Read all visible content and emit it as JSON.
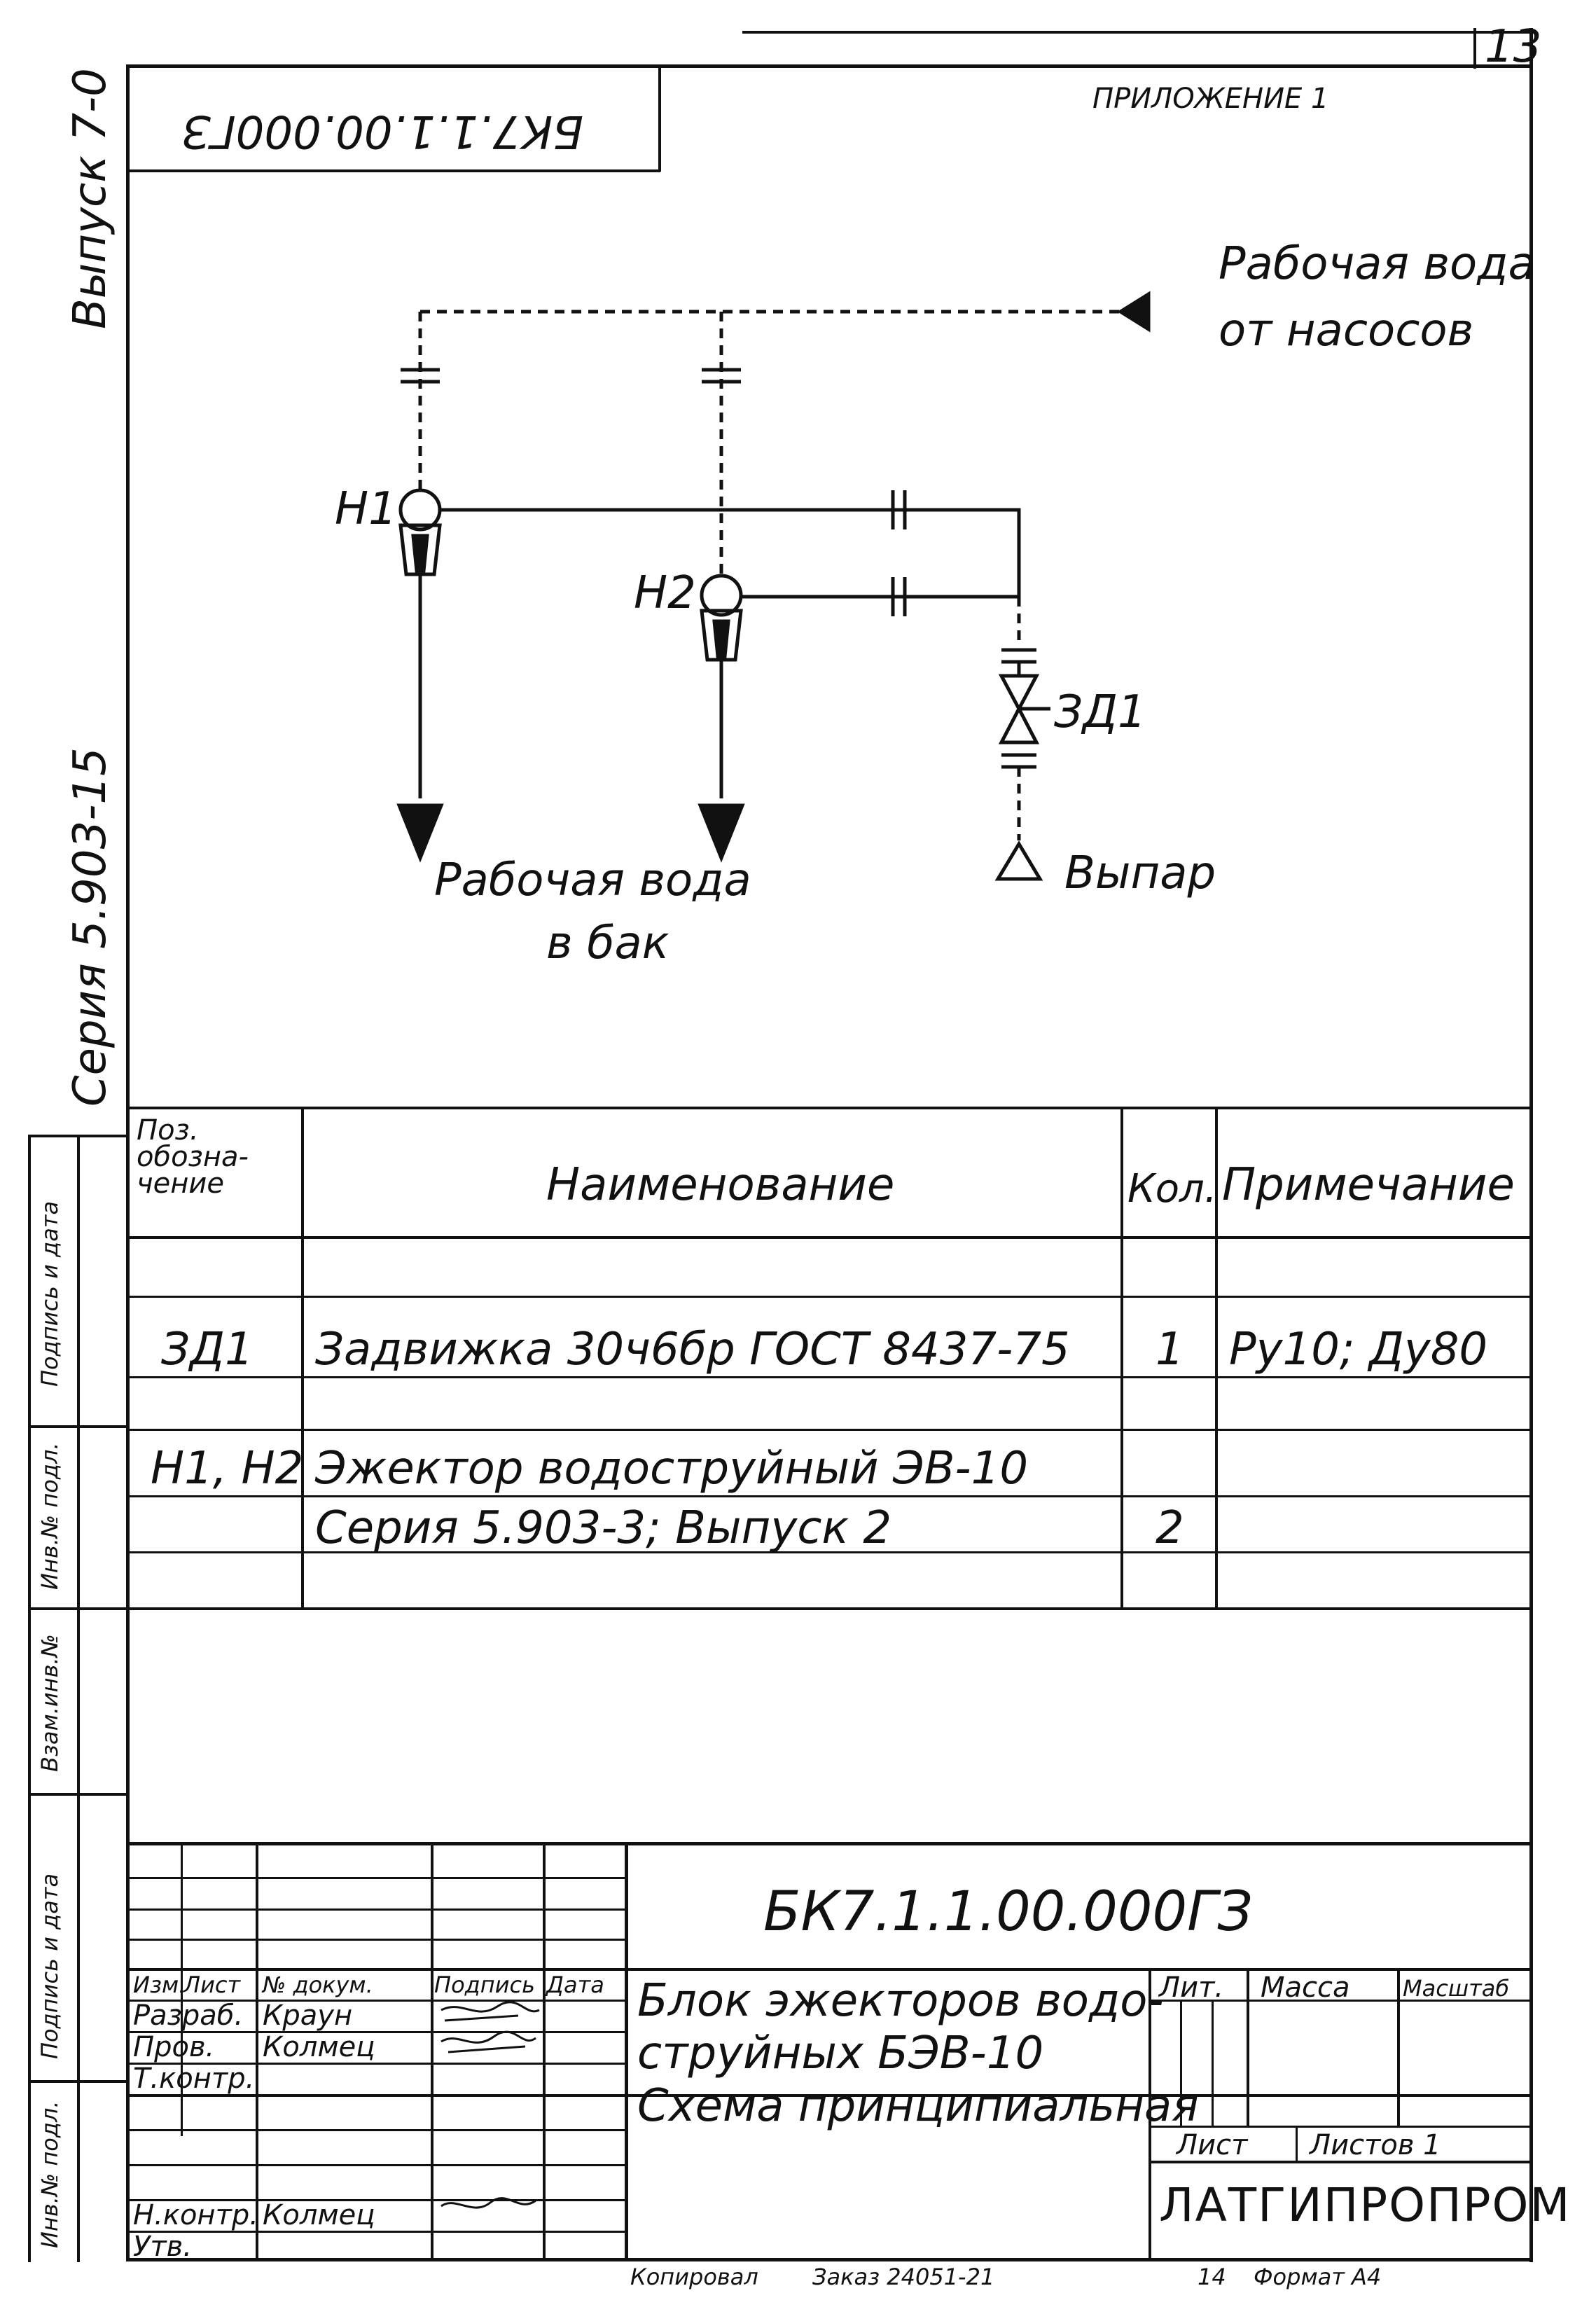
{
  "sheet": {
    "page_number": "13",
    "stamp_code_mirrored": "БК7.1.1.00.000ГЗ",
    "appendix": "ПРИЛОЖЕНИЕ 1"
  },
  "side": {
    "issue": "Выпуск 7-0",
    "series": "Серия 5.903-15",
    "strip_labels": [
      "Подпись и дата",
      "Инв.№ подл.",
      "Взам.инв.№",
      "Подпись и дата",
      "Инв.№ подл."
    ]
  },
  "diagram": {
    "inlet_label_1": "Рабочая вода",
    "inlet_label_2": "от насосов",
    "outlet_label_1": "Рабочая вода",
    "outlet_label_2": "в бак",
    "vent_label": "Выпар",
    "ejector_1": "Н1",
    "ejector_2": "Н2",
    "valve": "ЗД1"
  },
  "spec_table": {
    "headers": {
      "pos": "Поз. обозна- чение",
      "name": "Наименование",
      "qty": "Кол.",
      "note": "Примечание"
    },
    "rows": [
      {
        "pos": "",
        "name": "",
        "qty": "",
        "note": ""
      },
      {
        "pos": "ЗД1",
        "name": "Задвижка 30ч6бр ГОСТ 8437-75",
        "qty": "1",
        "note": "Ру10; Ду80"
      },
      {
        "pos": "",
        "name": "",
        "qty": "",
        "note": ""
      },
      {
        "pos": "Н1, Н2",
        "name": "Эжектор водоструйный ЭВ-10",
        "qty": "",
        "note": ""
      },
      {
        "pos": "",
        "name": "Серия 5.903-3; Выпуск 2",
        "qty": "2",
        "note": ""
      }
    ]
  },
  "title_block": {
    "designation": "БК7.1.1.00.000ГЗ",
    "title_line_1": "Блок эжекторов водо-",
    "title_line_2": "струйных БЭВ-10",
    "title_line_3": "Схема принципиальная",
    "col_headers": [
      "Изм.",
      "Лист",
      "№ докум.",
      "Подпись",
      "Дата"
    ],
    "roles": [
      {
        "role": "Разраб.",
        "name": "Краун"
      },
      {
        "role": "Пров.",
        "name": "Колмец"
      },
      {
        "role": "Т.контр.",
        "name": ""
      },
      {
        "role": "",
        "name": ""
      },
      {
        "role": "Н.контр.",
        "name": "Колмец"
      },
      {
        "role": "Утв.",
        "name": ""
      }
    ],
    "lit": "Лит.",
    "mass": "Масса",
    "scale": "Масштаб",
    "sheet": "Лист",
    "sheets": "Листов 1",
    "org": "ЛАТГИПРОПРОМ"
  },
  "footer": {
    "copied": "Копировал",
    "order": "Заказ 24051-21",
    "sheet_idx": "14",
    "format": "Формат А4"
  }
}
